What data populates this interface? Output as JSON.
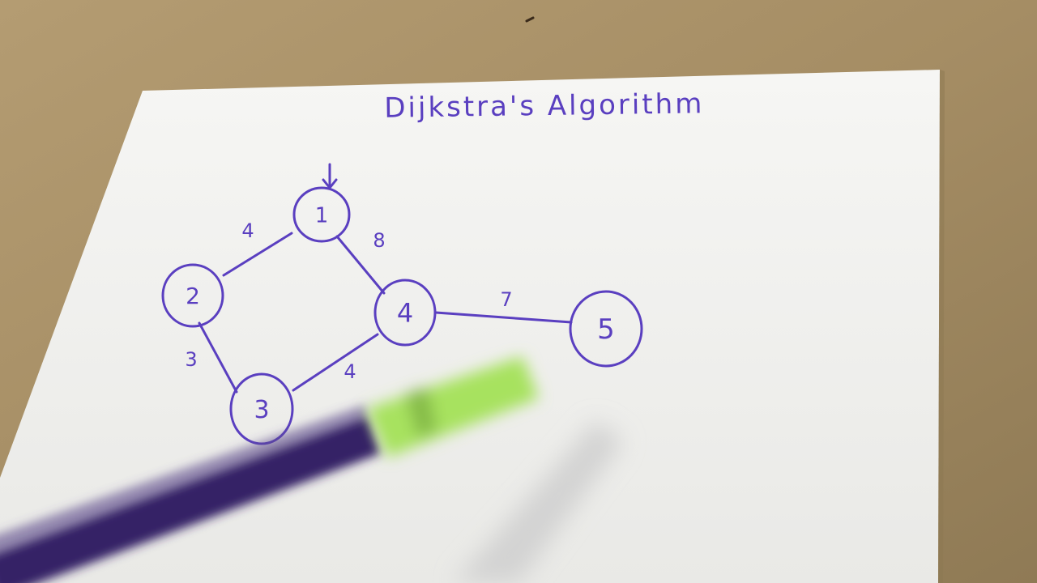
{
  "title": "Dijkstra's Algorithm",
  "graph": {
    "start_node": "1",
    "nodes": [
      {
        "id": "1",
        "label": "1"
      },
      {
        "id": "2",
        "label": "2"
      },
      {
        "id": "3",
        "label": "3"
      },
      {
        "id": "4",
        "label": "4"
      },
      {
        "id": "5",
        "label": "5"
      }
    ],
    "edges": [
      {
        "from": "1",
        "to": "2",
        "weight": "4"
      },
      {
        "from": "1",
        "to": "4",
        "weight": "8"
      },
      {
        "from": "2",
        "to": "3",
        "weight": "3"
      },
      {
        "from": "3",
        "to": "4",
        "weight": "4"
      },
      {
        "from": "4",
        "to": "5",
        "weight": "7"
      }
    ]
  },
  "colors": {
    "ink": "#5a3fc0",
    "paper": "#f4f4f2",
    "table": "#a8926a",
    "marker_body": "#3a2a6a",
    "marker_cap": "#a6e05a"
  }
}
